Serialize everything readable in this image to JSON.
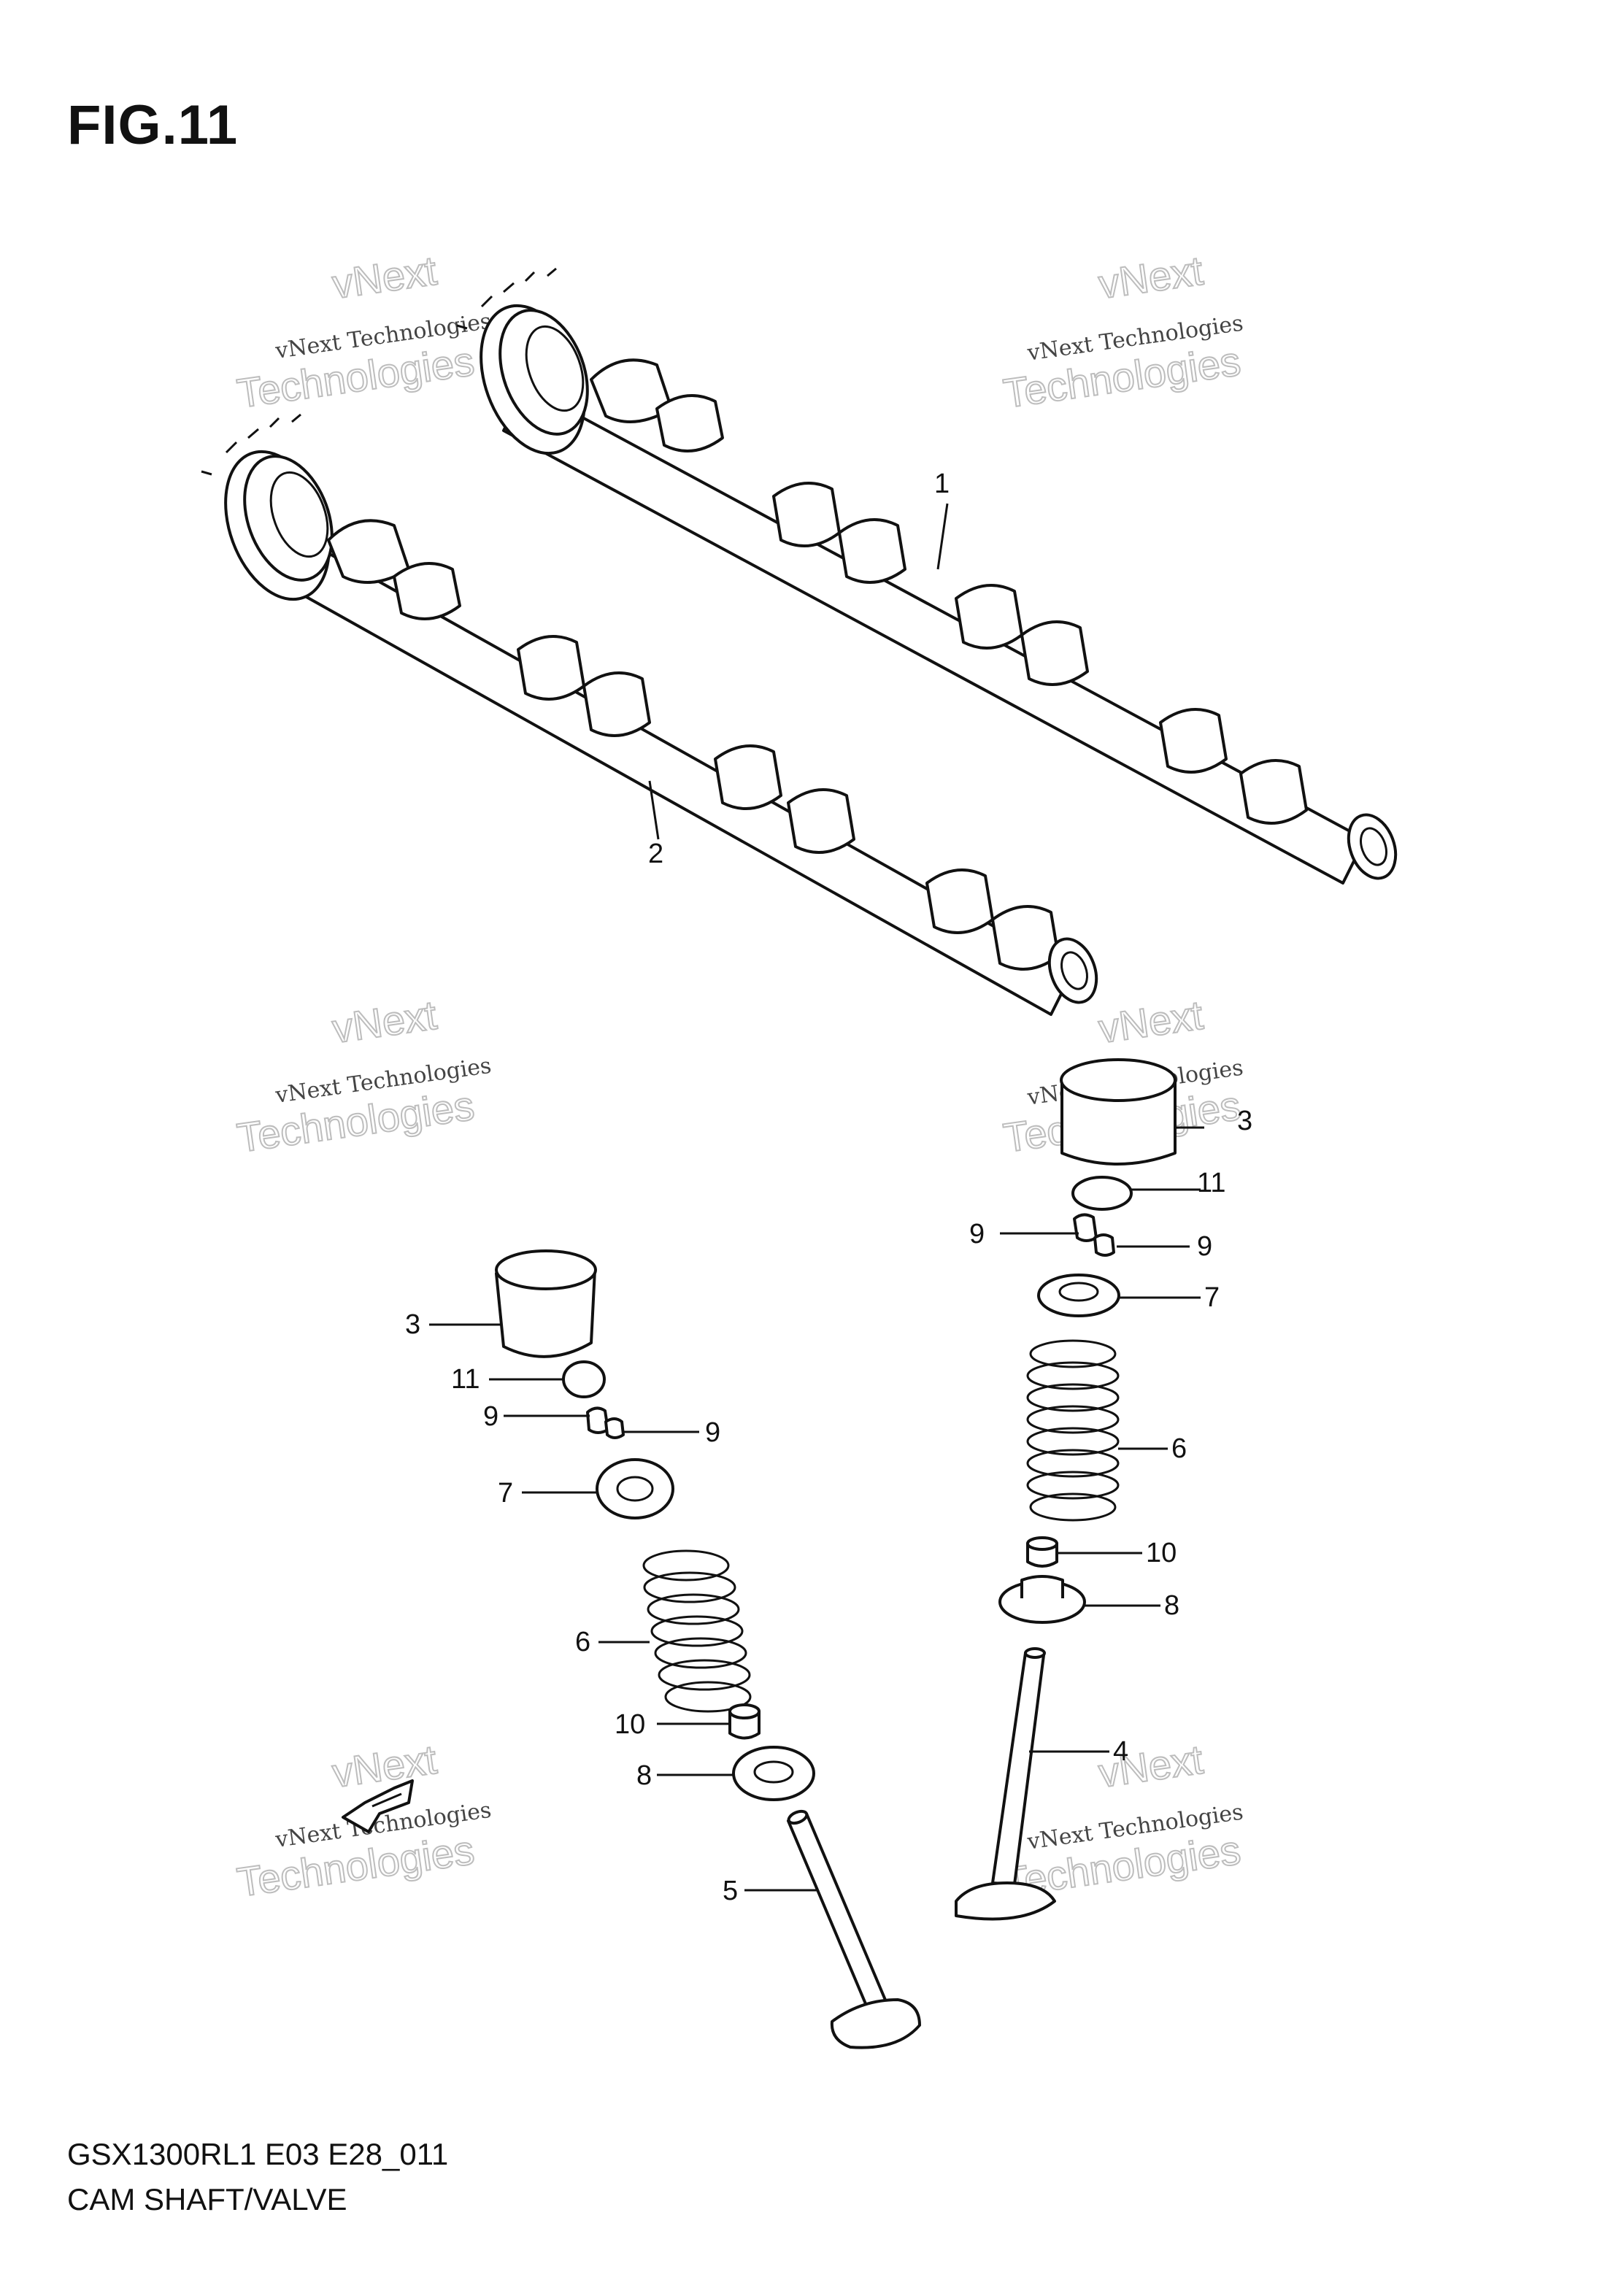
{
  "figure": {
    "title": "FIG.11"
  },
  "footer": {
    "code": "GSX1300RL1 E03 E28_011",
    "caption": "CAM SHAFT/VALVE"
  },
  "watermark": {
    "line1": "vNext Technologies",
    "line2": "Technologies",
    "line3": "vNext"
  },
  "callouts": [
    {
      "id": "c1",
      "label": "1"
    },
    {
      "id": "c2",
      "label": "2"
    },
    {
      "id": "c3r",
      "label": "3"
    },
    {
      "id": "c11r",
      "label": "11"
    },
    {
      "id": "c9ra",
      "label": "9"
    },
    {
      "id": "c9rb",
      "label": "9"
    },
    {
      "id": "c7r",
      "label": "7"
    },
    {
      "id": "c6r",
      "label": "6"
    },
    {
      "id": "c10r",
      "label": "10"
    },
    {
      "id": "c8r",
      "label": "8"
    },
    {
      "id": "c4",
      "label": "4"
    },
    {
      "id": "c3l",
      "label": "3"
    },
    {
      "id": "c11l",
      "label": "11"
    },
    {
      "id": "c9la",
      "label": "9"
    },
    {
      "id": "c9lb",
      "label": "9"
    },
    {
      "id": "c7l",
      "label": "7"
    },
    {
      "id": "c6l",
      "label": "6"
    },
    {
      "id": "c10l",
      "label": "10"
    },
    {
      "id": "c8l",
      "label": "8"
    },
    {
      "id": "c5",
      "label": "5"
    }
  ]
}
